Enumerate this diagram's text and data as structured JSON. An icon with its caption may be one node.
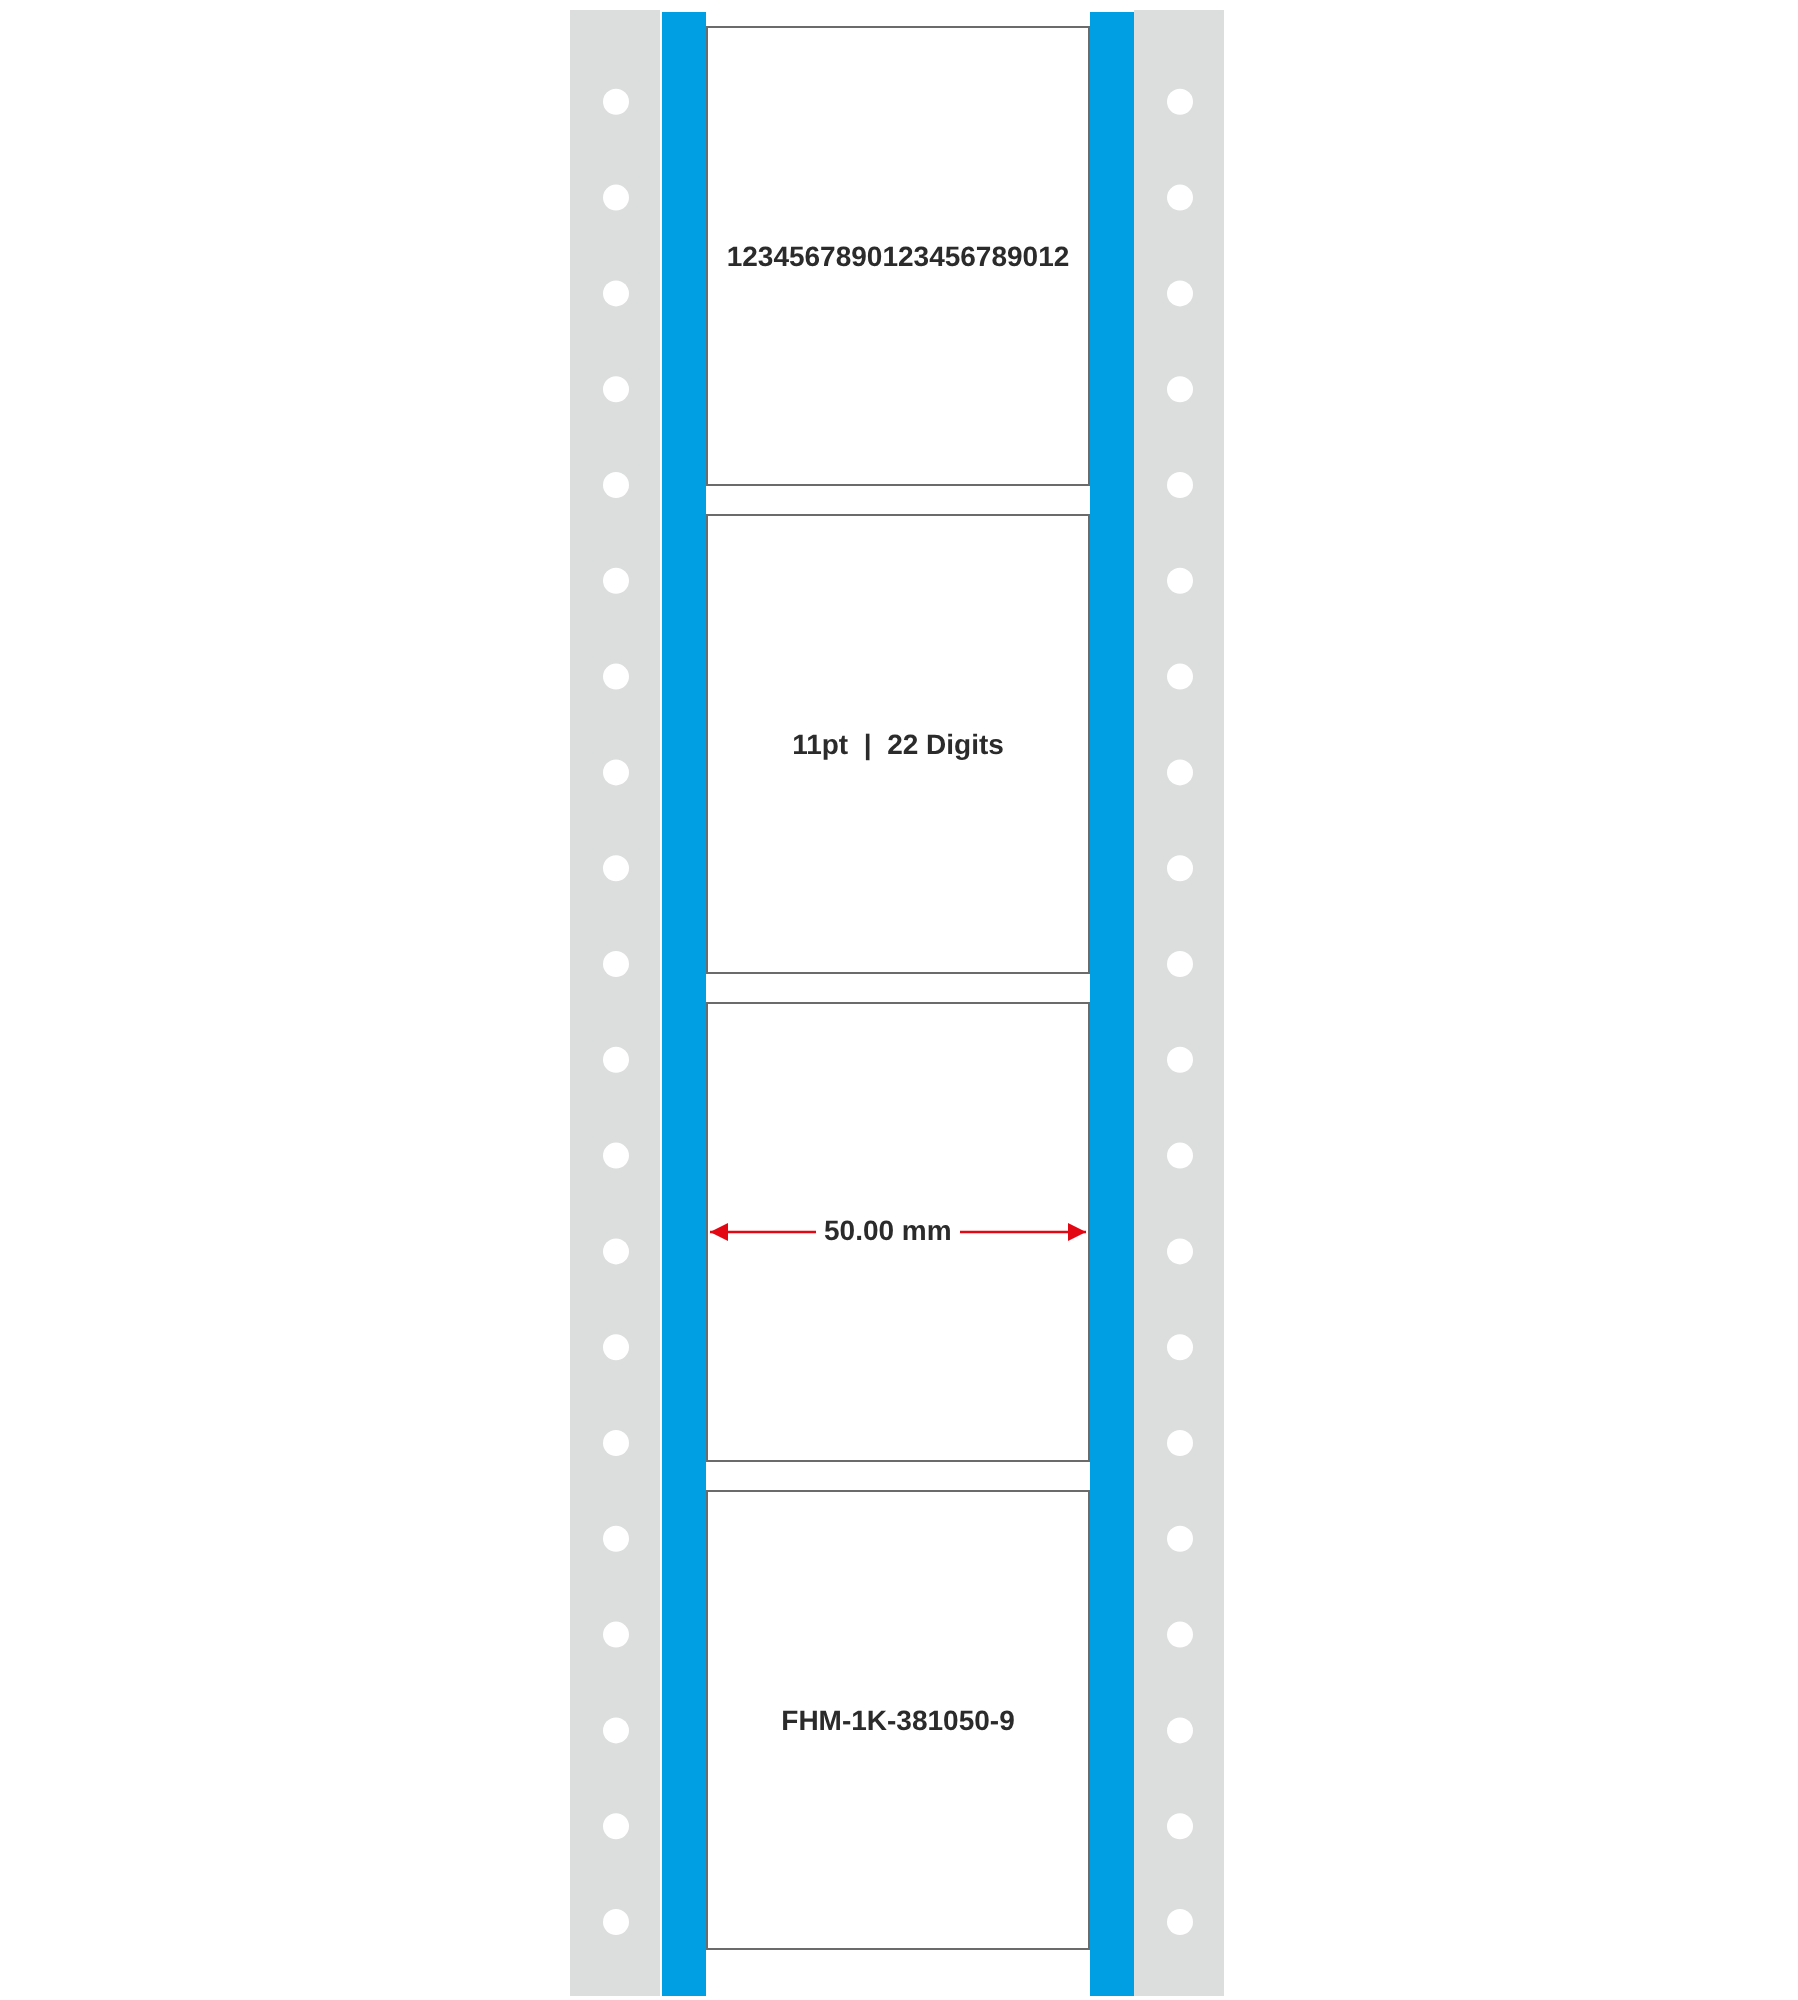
{
  "diagram": {
    "nodes": [
      {
        "text": [
          "1234567890123456789012"
        ]
      },
      {
        "text": [
          "11pt  |  22 Digits"
        ]
      },
      {
        "text": [],
        "shape": "box"
      },
      {
        "text": [
          "FHM-1K-381050-9"
        ]
      }
    ],
    "labels": [
      "50.00 mm"
    ]
  }
}
